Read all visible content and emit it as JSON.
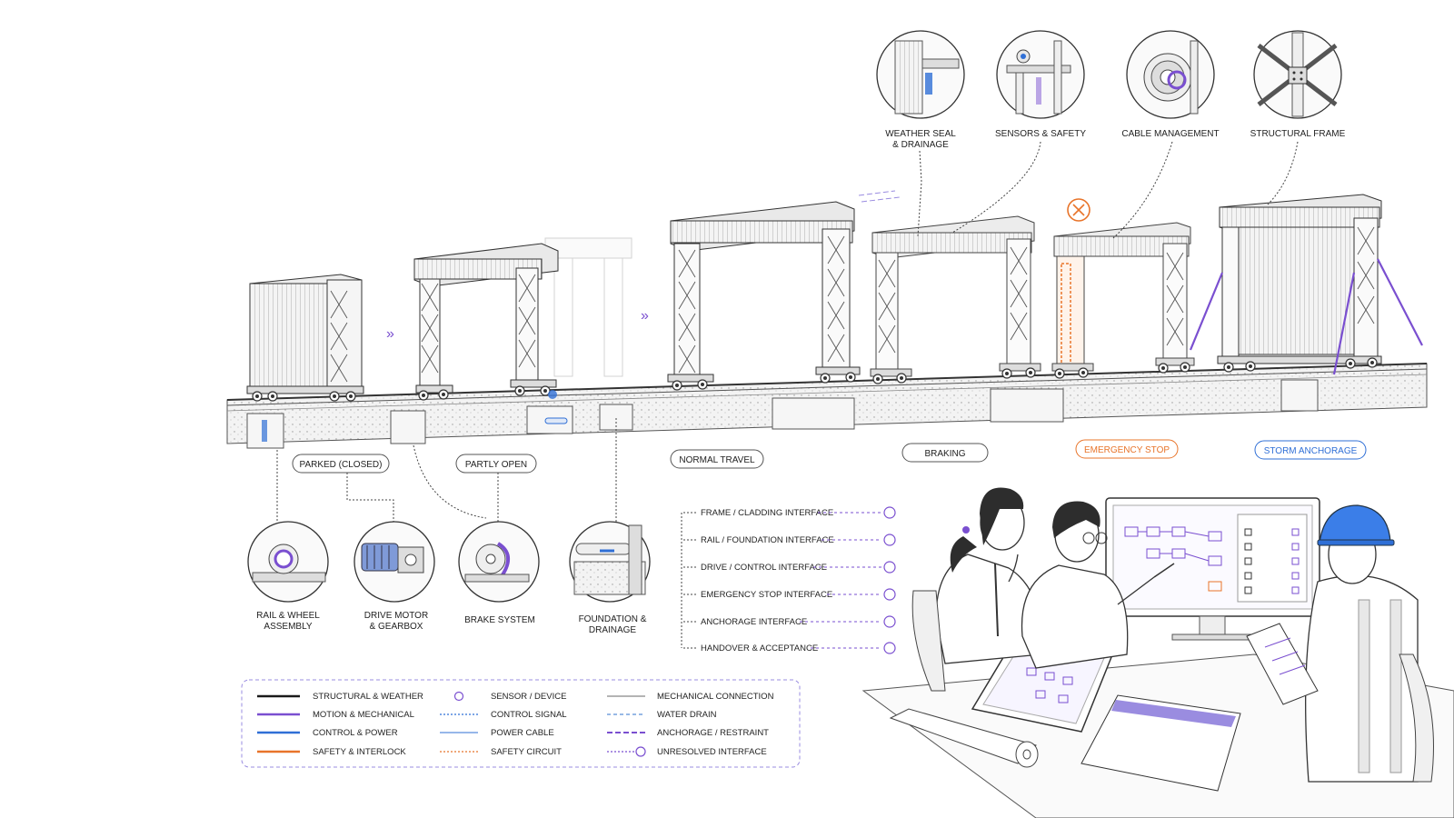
{
  "detail_callouts": [
    {
      "id": "weather",
      "label_lines": [
        "WEATHER SEAL",
        "& DRAINAGE"
      ],
      "icon": "weather-seal-icon"
    },
    {
      "id": "sensors",
      "label_lines": [
        "SENSORS & SAFETY"
      ],
      "icon": "sensor-icon"
    },
    {
      "id": "cable",
      "label_lines": [
        "CABLE MANAGEMENT"
      ],
      "icon": "cable-reel-icon"
    },
    {
      "id": "frame",
      "label_lines": [
        "STRUCTURAL FRAME"
      ],
      "icon": "frame-node-icon"
    }
  ],
  "stages": [
    {
      "label": "PARKED (CLOSED)",
      "color": "#222222"
    },
    {
      "label": "PARTLY OPEN",
      "color": "#222222"
    },
    {
      "label": "NORMAL TRAVEL",
      "color": "#222222"
    },
    {
      "label": "BRAKING",
      "color": "#222222"
    },
    {
      "label": "EMERGENCY STOP",
      "color": "#e8742a"
    },
    {
      "label": "STORM ANCHORAGE",
      "color": "#2f6fd6"
    }
  ],
  "component_details": [
    {
      "id": "rail",
      "label_lines": [
        "RAIL & WHEEL",
        "ASSEMBLY"
      ],
      "icon": "rail-wheel-icon"
    },
    {
      "id": "motor",
      "label_lines": [
        "DRIVE MOTOR",
        "& GEARBOX"
      ],
      "icon": "motor-icon"
    },
    {
      "id": "brake",
      "label_lines": [
        "BRAKE SYSTEM"
      ],
      "icon": "brake-icon"
    },
    {
      "id": "foundation",
      "label_lines": [
        "FOUNDATION &",
        "DRAINAGE"
      ],
      "icon": "foundation-icon"
    }
  ],
  "interfaces": [
    "FRAME / CLADDING INTERFACE",
    "RAIL / FOUNDATION INTERFACE",
    "DRIVE / CONTROL INTERFACE",
    "EMERGENCY STOP INTERFACE",
    "ANCHORAGE INTERFACE",
    "HANDOVER & ACCEPTANCE"
  ],
  "legend": {
    "col1": [
      {
        "label": "STRUCTURAL & WEATHER",
        "color": "#1a1a1a",
        "style": "solid"
      },
      {
        "label": "MOTION & MECHANICAL",
        "color": "#7a4fd0",
        "style": "solid"
      },
      {
        "label": "CONTROL & POWER",
        "color": "#2f6fd6",
        "style": "solid"
      },
      {
        "label": "SAFETY & INTERLOCK",
        "color": "#e8742a",
        "style": "solid"
      }
    ],
    "col2": [
      {
        "label": "SENSOR / DEVICE",
        "color": "#7a4fd0",
        "style": "circle"
      },
      {
        "label": "CONTROL SIGNAL",
        "color": "#2f6fd6",
        "style": "dotted"
      },
      {
        "label": "POWER CABLE",
        "color": "#2f6fd6",
        "style": "thin"
      },
      {
        "label": "SAFETY CIRCUIT",
        "color": "#e8742a",
        "style": "dotted"
      }
    ],
    "col3": [
      {
        "label": "MECHANICAL CONNECTION",
        "color": "#888888",
        "style": "thin"
      },
      {
        "label": "WATER DRAIN",
        "color": "#5b8fd6",
        "style": "dashed"
      },
      {
        "label": "ANCHORAGE / RESTRAINT",
        "color": "#7a4fd0",
        "style": "dashed"
      },
      {
        "label": "UNRESOLVED INTERFACE",
        "color": "#7a4fd0",
        "style": "dotcircle"
      }
    ]
  }
}
